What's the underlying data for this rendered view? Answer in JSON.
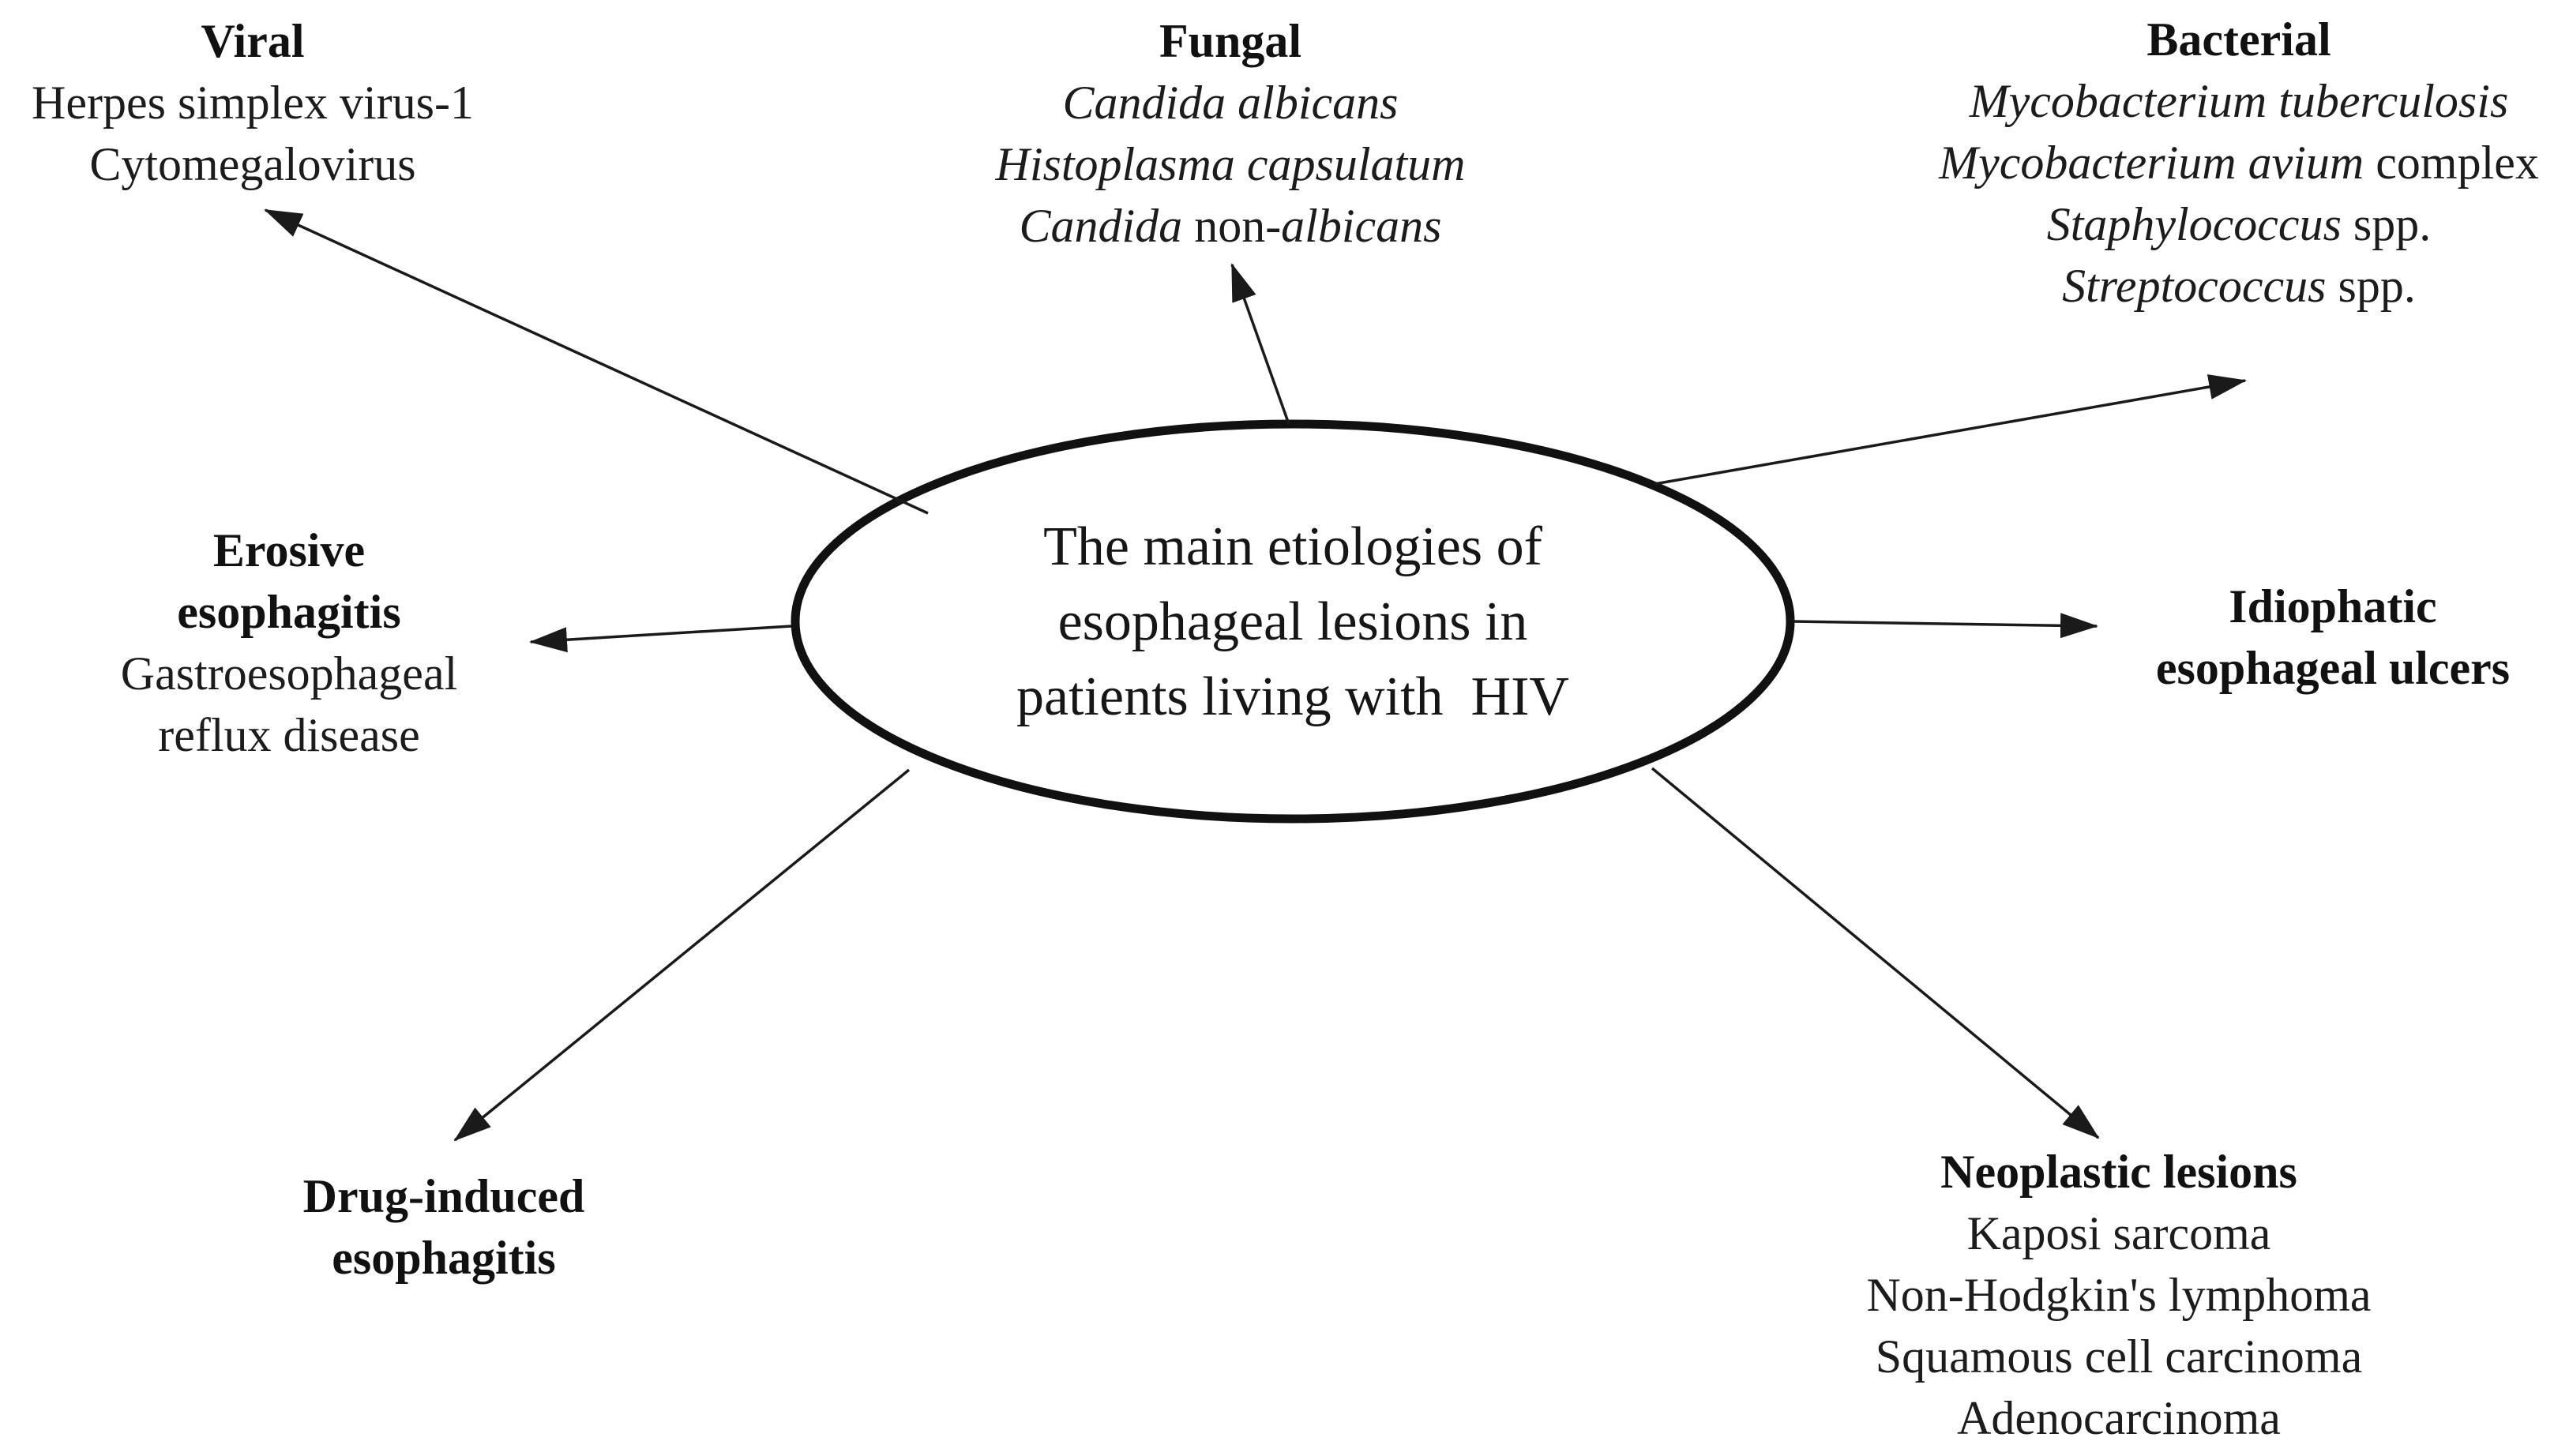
{
  "figure": {
    "background_color": "#ffffff",
    "text_color": "#141414",
    "line_color": "#1a1a1a"
  },
  "center": {
    "lines": [
      "The main etiologies of",
      "esophageal lesions in",
      "patients living with  HIV"
    ]
  },
  "nodes": [
    {
      "id": "viral",
      "title_lines": [
        "Viral"
      ],
      "lines": [
        [
          {
            "t": "Herpes simplex virus-1"
          }
        ],
        [
          {
            "t": "Cytomegalovirus"
          }
        ]
      ]
    },
    {
      "id": "fungal",
      "title_lines": [
        "Fungal"
      ],
      "lines": [
        [
          {
            "t": "Candida albicans",
            "i": true
          }
        ],
        [
          {
            "t": "Histoplasma capsulatum",
            "i": true
          }
        ],
        [
          {
            "t": "Candida",
            "i": true
          },
          {
            "t": " non-"
          },
          {
            "t": "albicans",
            "i": true
          }
        ]
      ]
    },
    {
      "id": "bacterial",
      "title_lines": [
        "Bacterial"
      ],
      "lines": [
        [
          {
            "t": "Mycobacterium tuberculosis",
            "i": true
          }
        ],
        [
          {
            "t": "Mycobacterium avium",
            "i": true
          },
          {
            "t": " complex"
          }
        ],
        [
          {
            "t": "Staphylococcus",
            "i": true
          },
          {
            "t": " spp."
          }
        ],
        [
          {
            "t": "Streptococcus",
            "i": true
          },
          {
            "t": " spp."
          }
        ]
      ]
    },
    {
      "id": "erosive",
      "title_lines": [
        "Erosive",
        "esophagitis"
      ],
      "lines": [
        [
          {
            "t": "Gastroesophageal"
          }
        ],
        [
          {
            "t": "reflux disease"
          }
        ]
      ]
    },
    {
      "id": "idiopathic",
      "title_lines": [
        "Idiophatic",
        "esophageal ulcers"
      ],
      "lines": []
    },
    {
      "id": "drug-induced",
      "title_lines": [
        "Drug-induced",
        "esophagitis"
      ],
      "lines": []
    },
    {
      "id": "neoplastic",
      "title_lines": [
        "Neoplastic lesions"
      ],
      "lines": [
        [
          {
            "t": "Kaposi sarcoma"
          }
        ],
        [
          {
            "t": "Non-Hodgkin's lymphoma"
          }
        ],
        [
          {
            "t": "Squamous cell carcinoma"
          }
        ],
        [
          {
            "t": "Adenocarcinoma"
          }
        ]
      ]
    }
  ]
}
